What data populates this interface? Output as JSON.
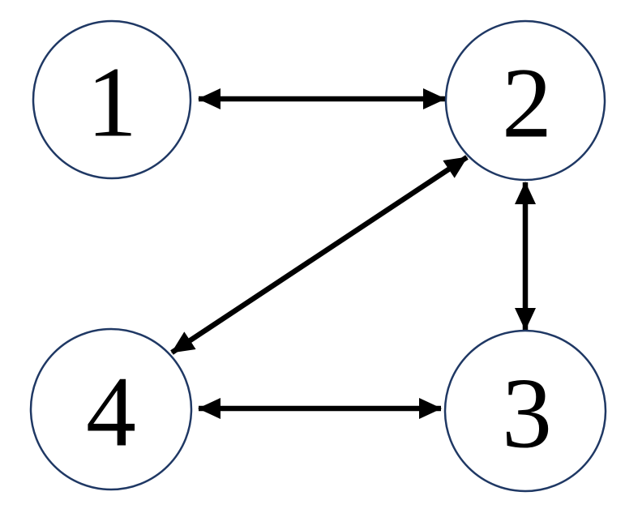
{
  "diagram": {
    "type": "graph",
    "description": "Four numbered circular nodes connected by bidirectional arrows",
    "nodes": [
      {
        "id": "1",
        "label": "1"
      },
      {
        "id": "2",
        "label": "2"
      },
      {
        "id": "3",
        "label": "3"
      },
      {
        "id": "4",
        "label": "4"
      }
    ],
    "edges": [
      {
        "from": "1",
        "to": "2",
        "bidirectional": true
      },
      {
        "from": "2",
        "to": "4",
        "bidirectional": true
      },
      {
        "from": "2",
        "to": "3",
        "bidirectional": true
      },
      {
        "from": "4",
        "to": "3",
        "bidirectional": true
      }
    ]
  },
  "colors": {
    "node_stroke": "#1F3864",
    "node_fill": "#FFFFFF",
    "edge": "#000000",
    "label": "#000000",
    "background": "#FFFFFF"
  }
}
